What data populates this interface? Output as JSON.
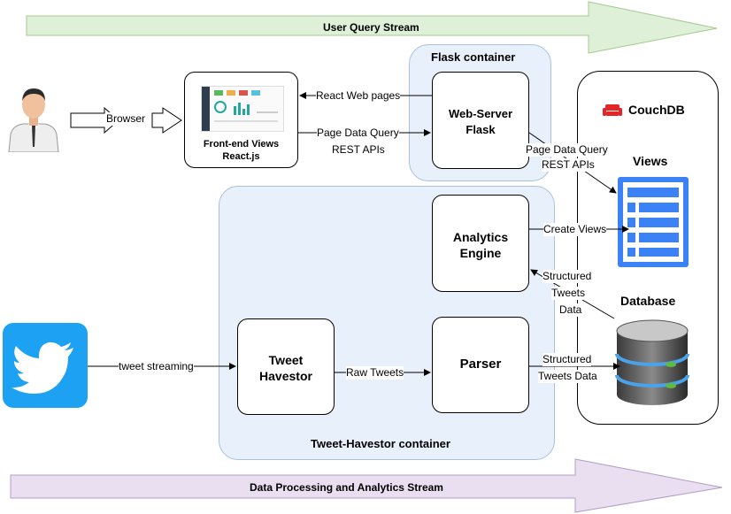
{
  "streams": {
    "top": "User Query Stream",
    "bottom": "Data Processing and Analytics Stream"
  },
  "containers": {
    "flask": "Flask container",
    "harvestor": "Tweet-Havestor container"
  },
  "nodes": {
    "frontend": [
      "Front-end Views",
      "React.js"
    ],
    "webserver": [
      "Web-Server",
      "Flask"
    ],
    "analytics": [
      "Analytics",
      "Engine"
    ],
    "tweet_harvestor": [
      "Tweet",
      "Havestor"
    ],
    "parser": "Parser"
  },
  "couchdb": {
    "title": "CouchDB",
    "views": "Views",
    "database": "Database"
  },
  "edges": {
    "browser": "Browser",
    "react_pages": "React Web pages",
    "page_query_1": [
      "Page Data Query",
      "REST APIs"
    ],
    "page_query_2": [
      "Page Data Query",
      "REST APIs"
    ],
    "create_views": "Create Views",
    "structured_1": [
      "Structured",
      "Tweets",
      "Data"
    ],
    "tweet_streaming": "tweet streaming",
    "raw_tweets": "Raw Tweets",
    "structured_2": [
      "Structured",
      "Tweets Data"
    ]
  },
  "colors": {
    "top_stream": "#dff0d8",
    "bottom_stream": "#e9dff0",
    "container": "#e8f0fb",
    "twitter": "#1da1f2",
    "couch_red": "#e42528",
    "views_blue": "#3b82f6"
  }
}
